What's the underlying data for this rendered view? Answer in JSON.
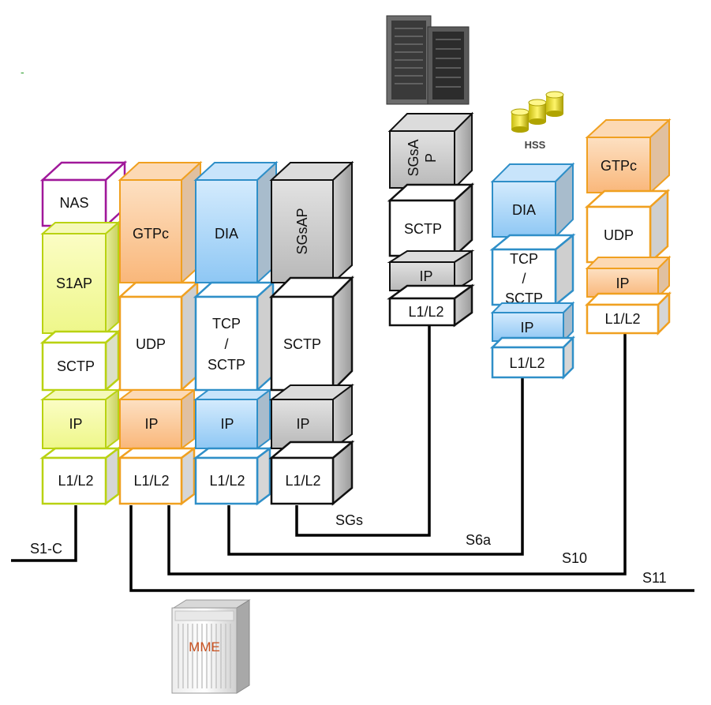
{
  "colors": {
    "nas_stroke": "#a0189a",
    "s1ap_stroke": "#b9d212",
    "s1ap_fill": "#f8fca3",
    "orange_stroke": "#f0a020",
    "orange_fill": "#fbc996",
    "blue_stroke": "#2f8fc8",
    "blue_fill": "#a8d3f6",
    "gray_fill": "#c6c6c6",
    "black_stroke": "#111111"
  },
  "stacks": {
    "s1c": {
      "nas": "NAS",
      "s1ap": "S1AP",
      "sctp": "SCTP",
      "ip": "IP",
      "l1l2": "L1/L2"
    },
    "gtpc": {
      "gtpc": "GTPc",
      "udp": "UDP",
      "ip": "IP",
      "l1l2": "L1/L2"
    },
    "dia": {
      "dia": "DIA",
      "tcp1": "TCP",
      "slash": "/",
      "tcp2": "SCTP",
      "ip": "IP",
      "l1l2": "L1/L2"
    },
    "sgsap": {
      "sgsap": "SGsAP",
      "sctp": "SCTP",
      "ip": "IP",
      "l1l2": "L1/L2"
    },
    "msc": {
      "sgsap1": "SGsA",
      "sgsap2": "P",
      "sctp": "SCTP",
      "ip": "IP",
      "l1l2": "L1/L2"
    },
    "hss": {
      "dia": "DIA",
      "tcp1": "TCP",
      "slash": "/",
      "tcp2": "SCTP",
      "ip": "IP",
      "l1l2": "L1/L2"
    },
    "sgw": {
      "gtpc": "GTPc",
      "udp": "UDP",
      "ip": "IP",
      "l1l2": "L1/L2"
    }
  },
  "interfaces": {
    "s1c": "S1-C",
    "sgs": "SGs",
    "s6a": "S6a",
    "s10": "S10",
    "s11": "S11"
  },
  "nodes": {
    "hss": "HSS",
    "mme": "MME"
  },
  "marks": {
    "dash": "-"
  }
}
